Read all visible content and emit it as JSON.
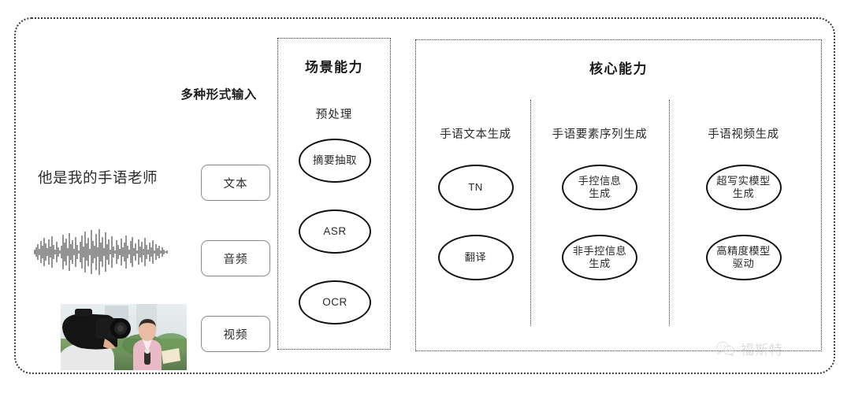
{
  "diagram": {
    "input_section": {
      "heading": "多种形式输入",
      "sample_text": "他是我的手语老师",
      "modalities": [
        {
          "label": "文本",
          "icon": "text-sample-icon"
        },
        {
          "label": "音频",
          "icon": "audio-waveform-icon"
        },
        {
          "label": "视频",
          "icon": "video-thumbnail-icon"
        }
      ]
    },
    "scenario_panel": {
      "title": "场景能力",
      "subtitle": "预处理",
      "nodes": [
        "摘要抽取",
        "ASR",
        "OCR"
      ]
    },
    "core_panel": {
      "title": "核心能力",
      "columns": [
        {
          "header": "手语文本生成",
          "nodes": [
            {
              "line1": "TN",
              "line2": ""
            },
            {
              "line1": "翻译",
              "line2": ""
            }
          ]
        },
        {
          "header": "手语要素序列生成",
          "nodes": [
            {
              "line1": "手控信息",
              "line2": "生成"
            },
            {
              "line1": "非手控信息",
              "line2": "生成"
            }
          ]
        },
        {
          "header": "手语视频生成",
          "nodes": [
            {
              "line1": "超写实模型",
              "line2": "生成"
            },
            {
              "line1": "高精度模型",
              "line2": "驱动"
            }
          ]
        }
      ]
    },
    "watermark": {
      "text": "福斯特",
      "icon": "wechat-icon"
    },
    "colors": {
      "background": "#ffffff",
      "border": "#3a3a3a",
      "node_stroke": "#111111",
      "text": "#2b2b2b",
      "pill_border": "#8b8b8b",
      "watermark": "#8d8d8d"
    }
  }
}
